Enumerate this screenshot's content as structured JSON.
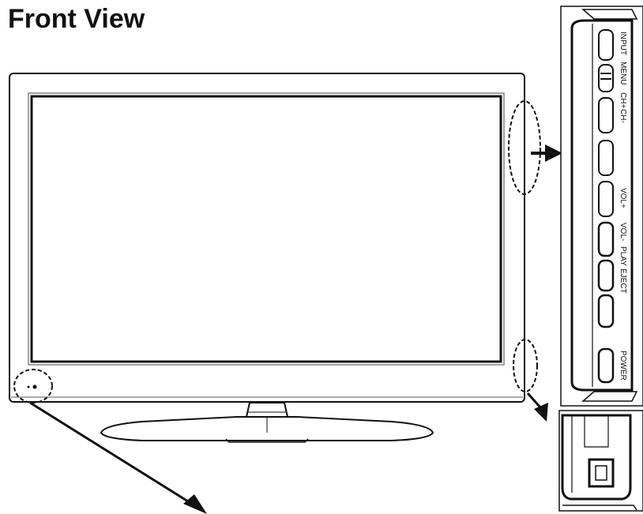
{
  "page": {
    "title": "Front View"
  },
  "side_panel": {
    "labels": {
      "input": "INPUT",
      "menu": "MENU",
      "ch_plus": "CH+",
      "ch_minus": "CH-",
      "vol_plus": "VOL+",
      "vol_minus": "VOL-",
      "play": "PLAY",
      "eject": "EJECT",
      "power": "POWER"
    }
  },
  "colors": {
    "line": "#111111",
    "background": "#ffffff",
    "panel_fill": "#ffffff"
  }
}
